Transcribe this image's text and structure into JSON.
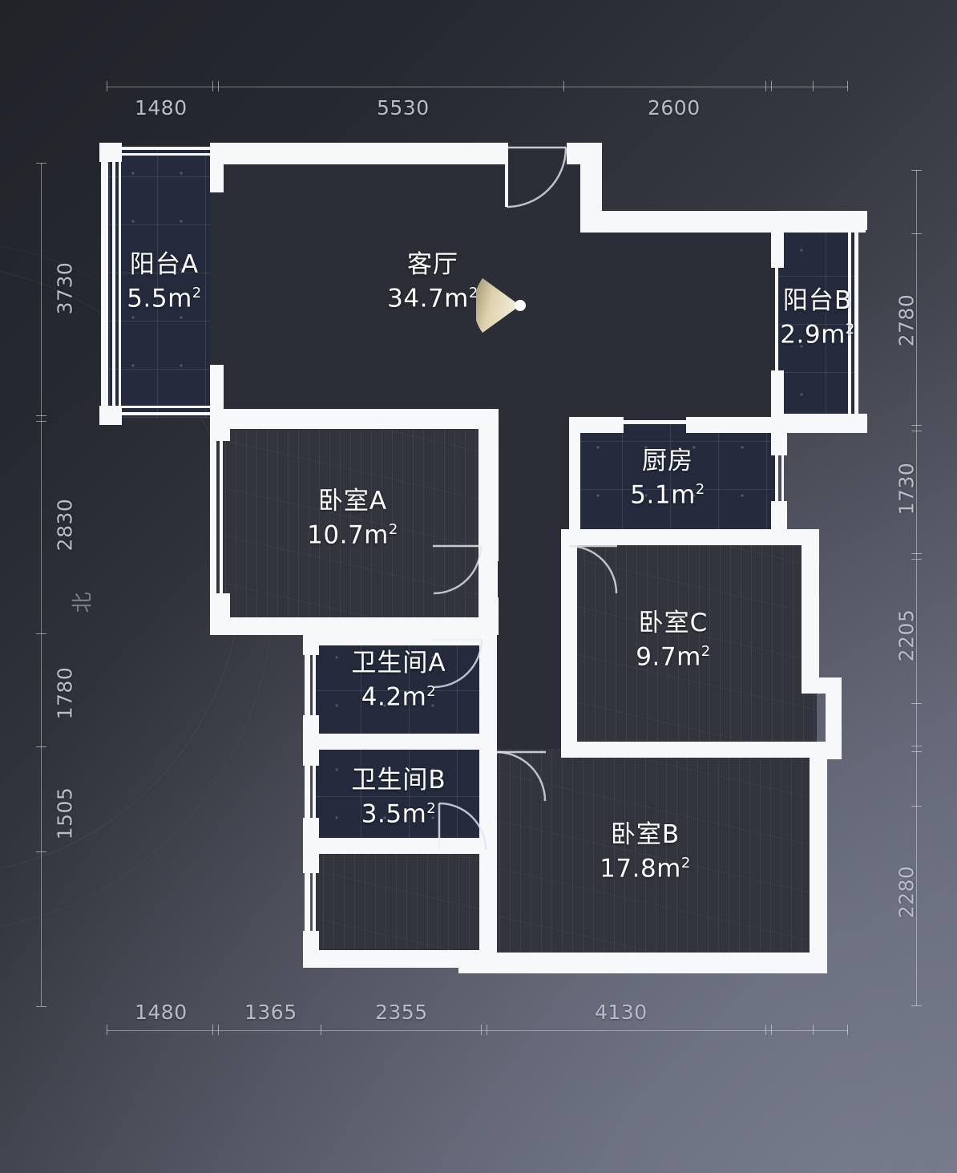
{
  "plan": {
    "compass": "北",
    "unit_note": "mm",
    "rooms": [
      {
        "key": "balcony_a",
        "name": "阳台A",
        "area": "5.5m",
        "sup": "2",
        "floor": "tile"
      },
      {
        "key": "living",
        "name": "客厅",
        "area": "34.7m",
        "sup": "2",
        "floor": "dark"
      },
      {
        "key": "balcony_b",
        "name": "阳台B",
        "area": "2.9m",
        "sup": "2",
        "floor": "tile"
      },
      {
        "key": "kitchen",
        "name": "厨房",
        "area": "5.1m",
        "sup": "2",
        "floor": "tile"
      },
      {
        "key": "bedroom_a",
        "name": "卧室A",
        "area": "10.7m",
        "sup": "2",
        "floor": "wood"
      },
      {
        "key": "bedroom_b",
        "name": "卧室B",
        "area": "17.8m",
        "sup": "2",
        "floor": "wood"
      },
      {
        "key": "bedroom_c",
        "name": "卧室C",
        "area": "9.7m",
        "sup": "2",
        "floor": "wood"
      },
      {
        "key": "bath_a",
        "name": "卫生间A",
        "area": "4.2m",
        "sup": "2",
        "floor": "tile"
      },
      {
        "key": "bath_b",
        "name": "卫生间B",
        "area": "3.5m",
        "sup": "2",
        "floor": "tile"
      }
    ],
    "dimensions": {
      "top": [
        "1480",
        "5530",
        "2600"
      ],
      "bottom": [
        "1480",
        "1365",
        "2355",
        "4130"
      ],
      "left": [
        "3730",
        "2830",
        "1780",
        "1505"
      ],
      "right": [
        "2780",
        "1730",
        "2205",
        "2280"
      ]
    }
  },
  "colors": {
    "wall": "#f7f8fa",
    "floor_dark": "#2b2e36",
    "floor_tile": "#242b3d",
    "floor_wood": "#32353d",
    "label_text": "#ffffff",
    "dimension_text": "#b9bcc6",
    "view_cone": "#d8cba4"
  }
}
